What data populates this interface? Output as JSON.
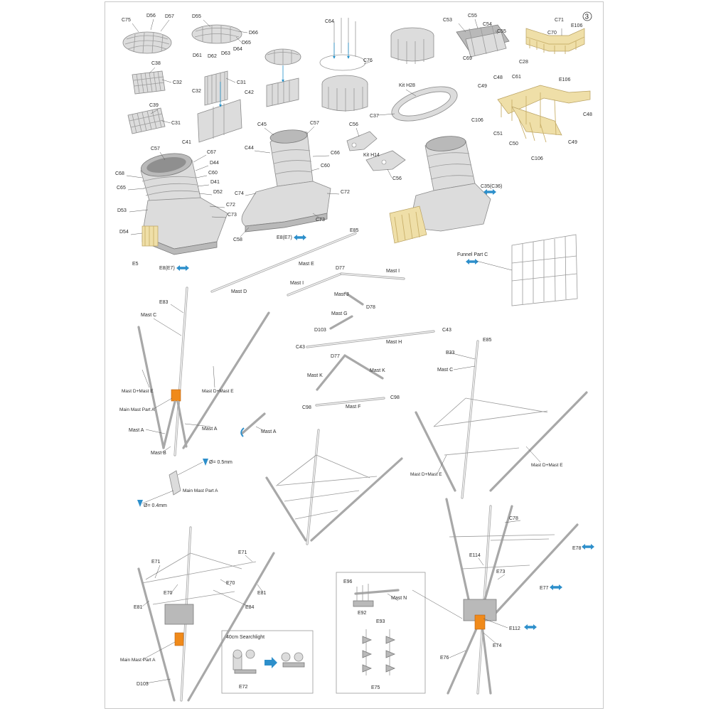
{
  "page_number": "3",
  "labels": {
    "c75": "C75",
    "d56": "D56",
    "d57": "D57",
    "d55": "D55",
    "d66": "D66",
    "d65": "D65",
    "d61": "D61",
    "d62": "D62",
    "d63": "D63",
    "d64": "D64",
    "c64": "C64",
    "c76": "C76",
    "c53": "C53",
    "c55a": "C55",
    "c54": "C54",
    "c55b": "C55",
    "c69": "C69",
    "c71": "C71",
    "c70": "C70",
    "e106a": "E106",
    "c28": "C28",
    "c38": "C38",
    "c32a": "C32",
    "c31a": "C31",
    "c32b": "C32",
    "c42": "C42",
    "c39": "C39",
    "c31b": "C31",
    "c41": "C41",
    "kit_h28": "Kit H28",
    "c37": "C37",
    "c48a": "C48",
    "c61": "C61",
    "e106b": "E106",
    "c49a": "C49",
    "c106a": "C106",
    "c51": "C51",
    "c50": "C50",
    "c48b": "C48",
    "c49b": "C49",
    "c106b": "C106",
    "c57a": "C57",
    "c67": "C67",
    "d44": "D44",
    "c60a": "C60",
    "d41": "D41",
    "c68": "C68",
    "c65": "C65",
    "d52": "D52",
    "c72a": "C72",
    "d53": "D53",
    "c73a": "C73",
    "d54": "D54",
    "e5": "E5",
    "e8_e7_a": "E8(E7)",
    "c45": "C45",
    "c57b": "C57",
    "c44": "C44",
    "c66": "C66",
    "c60b": "C60",
    "c74": "C74",
    "c72b": "C72",
    "c73b": "C73",
    "c58": "C58",
    "e8_e7_b": "E8(E7)",
    "c56a": "C56",
    "kit_h14": "Kit H14",
    "c56b": "C56",
    "c35_c36": "C35(C36)",
    "e85a": "E85",
    "mast_e_top": "Mast E",
    "mast_d_top": "Mast D",
    "d77a": "D77",
    "mast_i_a": "Mast I",
    "mast_i_b": "Mast I",
    "mast_j": "Mast J",
    "d78": "D78",
    "mast_g": "Mast G",
    "d103a": "D103",
    "c43a": "C43",
    "c43b": "C43",
    "mast_h": "Mast H",
    "d77b": "D77",
    "mast_k_a": "Mast K",
    "mast_k_b": "Mast K",
    "c98a": "C98",
    "c98b": "C98",
    "mast_f": "Mast F",
    "funnel_part_c": "Funnel Part C",
    "e83": "E83",
    "mast_c_a": "Mast C",
    "mast_de_a": "Mast D+Mast E",
    "mast_de_b": "Mast D+Mast E",
    "main_mast_part_a_1": "Main Mast Part A",
    "mast_a_1": "Mast A",
    "mast_a_2": "Mast A",
    "mast_a_3": "Mast A",
    "mast_b": "Mast B",
    "dia_05": "Ø= 0.5mm",
    "main_mast_part_a_2": "Main Mast Part A",
    "dia_04": "Ø= 0.4mm",
    "e85b": "E85",
    "b33": "B33",
    "mast_c_b": "Mast C",
    "mast_de_c": "Mast D+Mast E",
    "mast_de_d": "Mast D+Mast E",
    "e71a": "E71",
    "e71b": "E71",
    "e70a": "E70",
    "e70b": "E70",
    "e81a": "E81",
    "e81b": "E81",
    "e84": "E84",
    "main_mast_part_a_3": "Main Mast Part A",
    "d103b": "D103",
    "searchlight": "40cm Searchlight",
    "e72": "E72",
    "e96": "E96",
    "mast_n": "Mast N",
    "e92": "E92",
    "e93": "E93",
    "e75": "E75",
    "c78": "C78",
    "e78": "E78",
    "e114": "E114",
    "e73": "E73",
    "e77": "E77",
    "e112": "E112",
    "e74": "E74",
    "e76": "E76"
  },
  "colors": {
    "accent_blue": "#2d8fcb",
    "brass": "#efdfa8",
    "orange_part": "#f08a1a",
    "grey_part": "#dcdcdc"
  },
  "icons": {
    "double_arrow": "double-arrow-icon",
    "rotate_arrow": "rotate-arrow-icon",
    "drill_bit": "drill-bit-icon"
  }
}
